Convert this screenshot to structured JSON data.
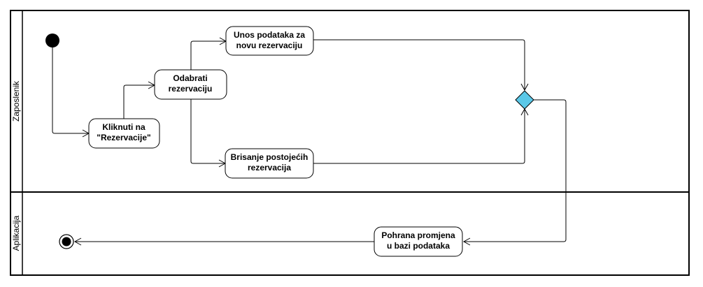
{
  "lanes": [
    {
      "name": "Zaposlenik"
    },
    {
      "name": "Aplikacija"
    }
  ],
  "nodes": {
    "kliknuti": {
      "line1": "Kliknuti na",
      "line2": "\"Rezervacije\""
    },
    "odabrati": {
      "line1": "Odabrati",
      "line2": "rezervaciju"
    },
    "unos": {
      "line1": "Unos podataka za",
      "line2": "novu rezervaciju"
    },
    "brisanje": {
      "line1": "Brisanje postojećih",
      "line2": "rezervacija"
    },
    "pohrana": {
      "line1": "Pohrana promjena",
      "line2": "u bazi podataka"
    }
  },
  "colors": {
    "decision_fill": "#5bc8e8",
    "stroke": "#000000",
    "node_fill": "#ffffff"
  }
}
